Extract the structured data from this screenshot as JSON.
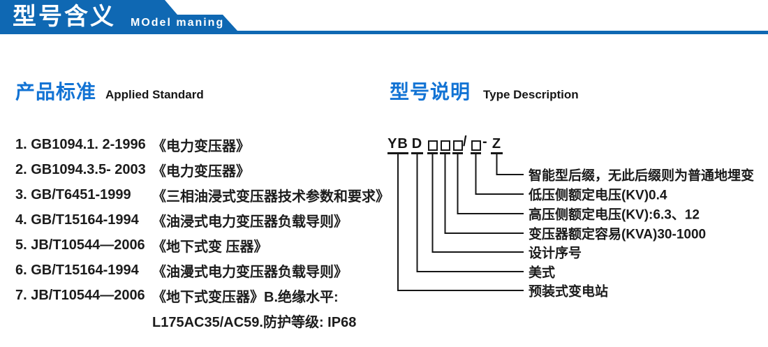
{
  "header": {
    "title_zh": "型号含义",
    "title_en": "MOdel maning"
  },
  "left": {
    "section_title_zh": "产品标准",
    "section_title_en": "Applied Standard",
    "standards": [
      {
        "code": "1. GB1094.1. 2-1996",
        "title": "《电力变压器》"
      },
      {
        "code": "2. GB1094.3.5- 2003",
        "title": "《电力变压器》"
      },
      {
        "code": "3. GB/T6451-1999",
        "title": "《三相油浸式变压器技术参数和要求》"
      },
      {
        "code": "4. GB/T15164-1994",
        "title": "《油浸式电力变压器负载导则》"
      },
      {
        "code": "5. JB/T10544—2006",
        "title": "《地下式变 压器》"
      },
      {
        "code": "6. GB/T15164-1994",
        "title": "《油漫式电力变压器负载导则》"
      },
      {
        "code": "7. JB/T10544—2006",
        "title": "《地下式变压器》B.绝缘水平:",
        "continuation": "L175AC35/AC59.防护等级: IP68"
      }
    ]
  },
  "right": {
    "section_title_zh": "型号说明",
    "section_title_en": "Type Description",
    "model_code": {
      "prefix": "YB",
      "type_letter": "D",
      "slash": "/",
      "dash": "-",
      "suffix": "Z"
    },
    "labels": [
      "智能型后缀，无此后缀则为普通地埋变",
      "低压侧额定电压(KV)0.4",
      "高压侧额定电压(KV):6.3、12",
      "变压器额定容易(KVA)30-1000",
      "设计序号",
      "美式",
      "预装式变电站"
    ]
  },
  "colors": {
    "banner_blue": "#0f68b3",
    "accent_blue": "#1273d4",
    "ink": "#1a1a1a"
  }
}
